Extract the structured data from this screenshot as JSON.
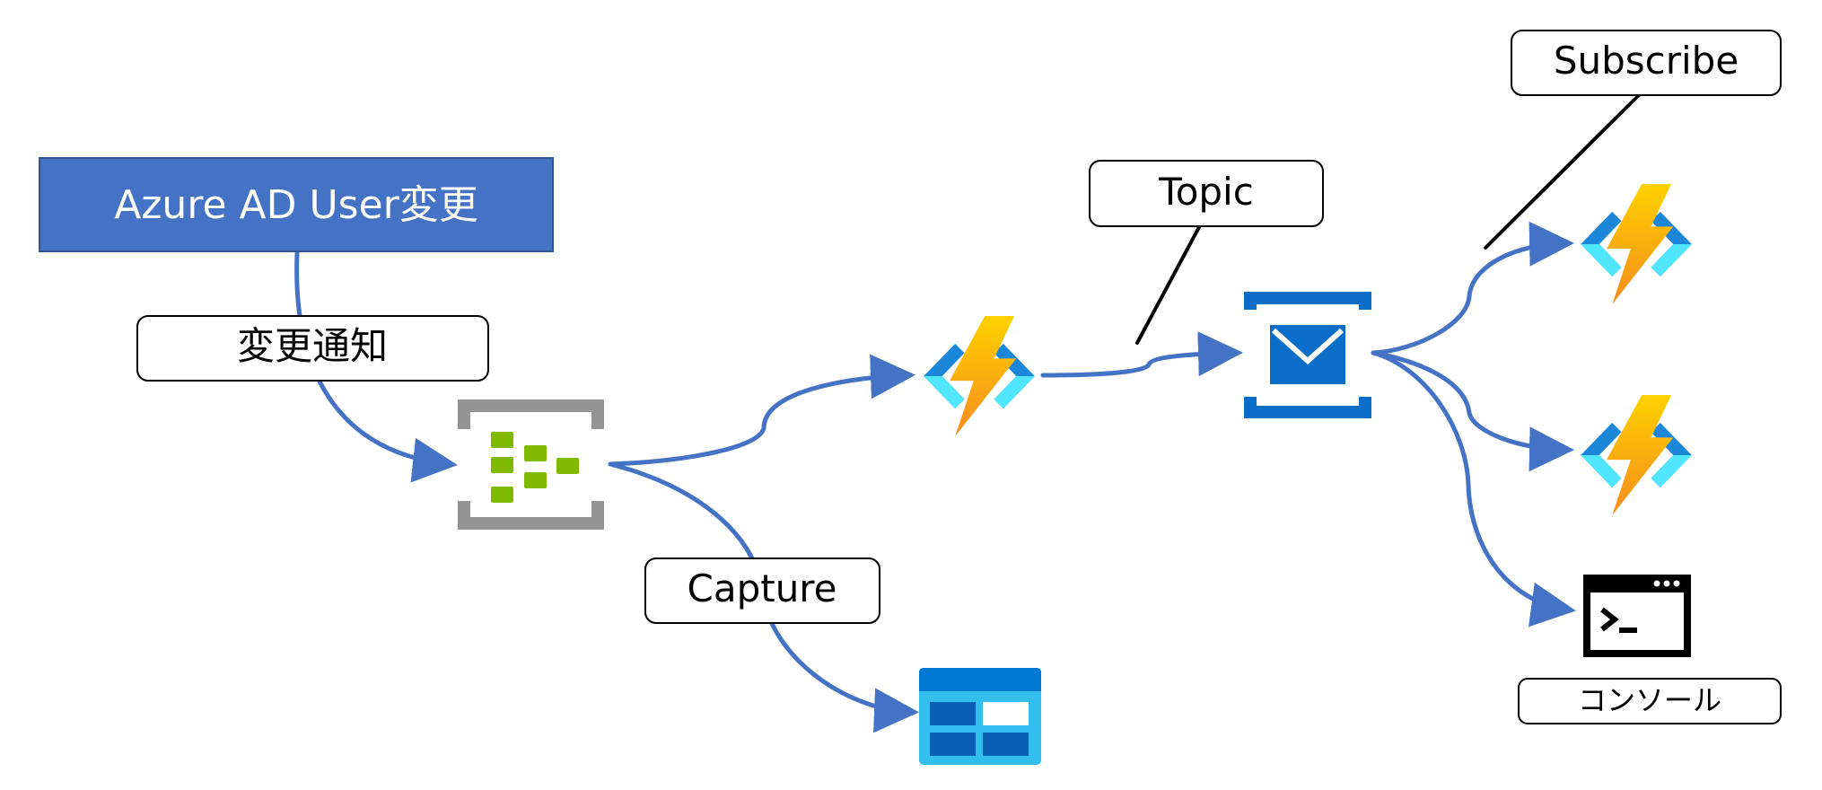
{
  "colors": {
    "connector": "#4472c4",
    "source_fill": "#4472c4",
    "source_border": "#2f5597",
    "callout_line": "#000000",
    "label_border": "#000000",
    "event_hub_green": "#7fba00",
    "event_hub_frame": "#949494",
    "function_bolt_top": "#fed100",
    "function_bolt_bottom": "#f78c1e",
    "function_bracket_dark": "#1c86d8",
    "function_bracket_light": "#50e6ff",
    "service_bus_blue": "#0a6dc7",
    "storage_header": "#0078d4",
    "storage_body": "#32bfee",
    "console_black": "#000000"
  },
  "source": {
    "label": "Azure AD User変更"
  },
  "labels": {
    "change_notification": "変更通知",
    "capture": "Capture",
    "topic": "Topic",
    "subscribe": "Subscribe",
    "console": "コンソール"
  },
  "icons": {
    "event_hub": "event-hubs-icon",
    "function_main": "azure-functions-icon",
    "service_bus": "service-bus-icon",
    "storage": "storage-table-icon",
    "function_sub_1": "azure-functions-icon",
    "function_sub_2": "azure-functions-icon",
    "console": "console-icon"
  }
}
